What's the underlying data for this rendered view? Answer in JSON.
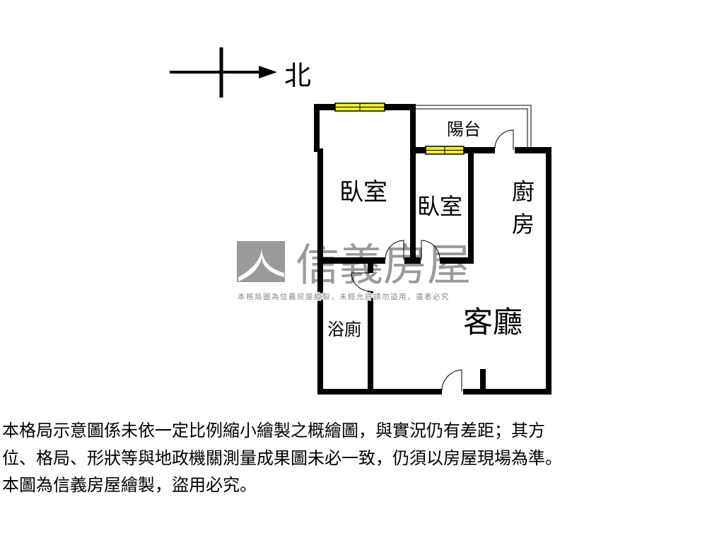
{
  "compass": {
    "label": "北",
    "icon": "north-arrow-icon"
  },
  "rooms": {
    "bedroom1": "臥室",
    "bedroom2": "臥室",
    "balcony": "陽台",
    "kitchen_line1": "廚",
    "kitchen_line2": "房",
    "living": "客廳",
    "bathroom": "浴廁"
  },
  "watermark": {
    "brand": "信義房屋",
    "notice": "本格局圖為信義房屋繪製，未經允許請勿盜用，違者必究"
  },
  "disclaimer": {
    "lines": [
      "本格局示意圖係未依一定比例縮小繪製之概繪圖，與實況仍有差距；其方",
      "位、格局、形狀等與地政機關測量成果圖未必一致，仍須以房屋現場為準。",
      "本圖為信義房屋繪製，盜用必究。"
    ]
  },
  "colors": {
    "wall": "#000000",
    "window": "#f0f020",
    "watermark": "#9a9a9a"
  }
}
